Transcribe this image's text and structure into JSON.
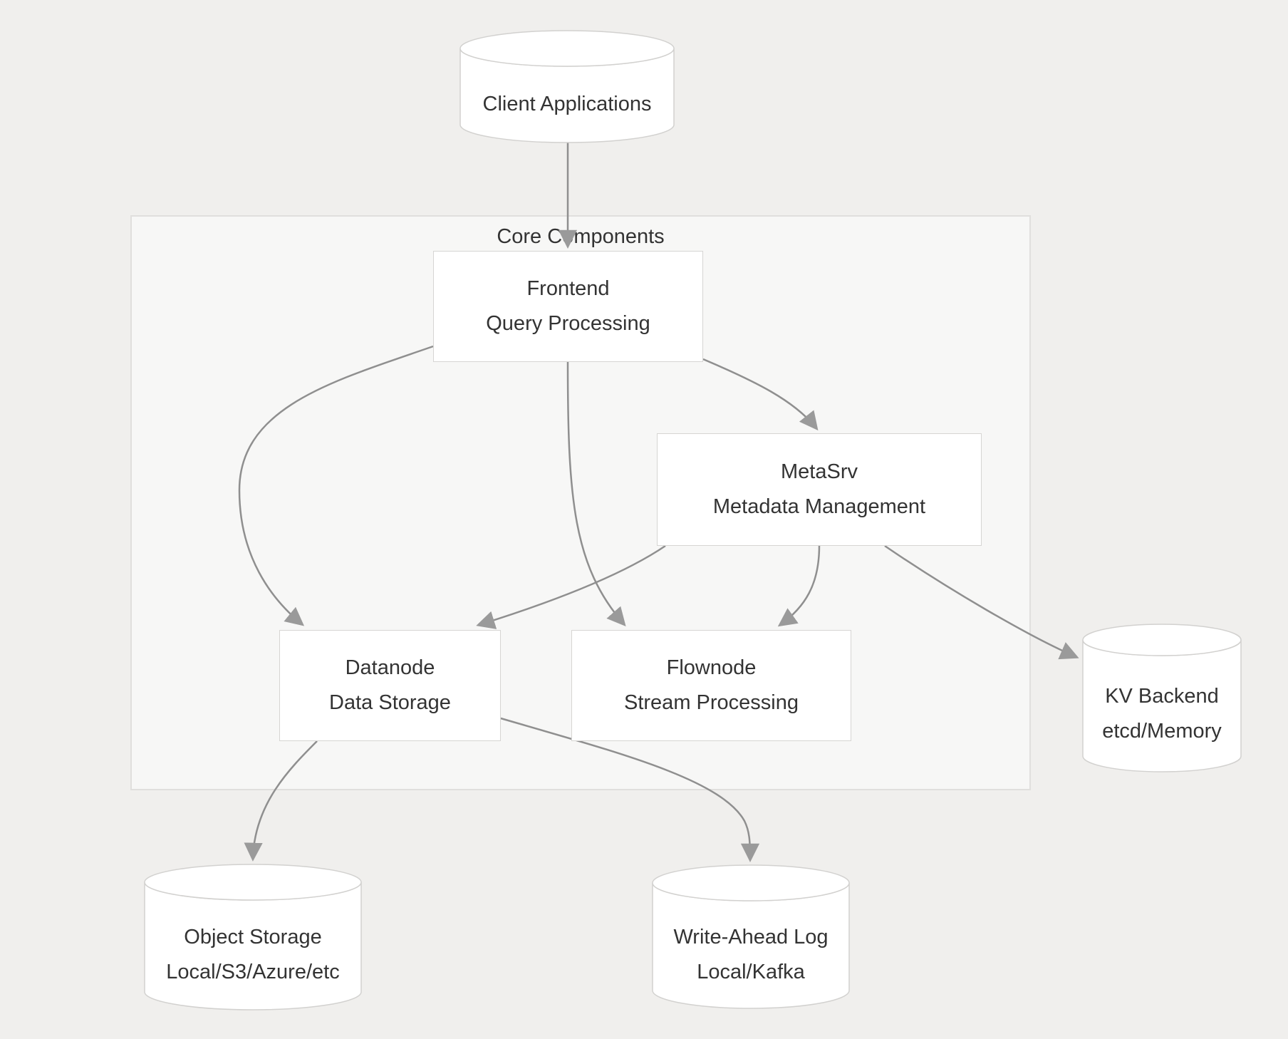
{
  "diagram": {
    "group": {
      "label": "Core Components"
    },
    "nodes": {
      "client": {
        "title": "Client Applications"
      },
      "frontend": {
        "title": "Frontend",
        "subtitle": "Query Processing"
      },
      "metasrv": {
        "title": "MetaSrv",
        "subtitle": "Metadata Management"
      },
      "datanode": {
        "title": "Datanode",
        "subtitle": "Data Storage"
      },
      "flownode": {
        "title": "Flownode",
        "subtitle": "Stream Processing"
      },
      "kv": {
        "title": "KV Backend",
        "subtitle": "etcd/Memory"
      },
      "object": {
        "title": "Object Storage",
        "subtitle": "Local/S3/Azure/etc"
      },
      "wal": {
        "title": "Write-Ahead Log",
        "subtitle": "Local/Kafka"
      }
    },
    "edges": [
      {
        "from": "Client Applications",
        "to": "Frontend"
      },
      {
        "from": "Frontend",
        "to": "Datanode"
      },
      {
        "from": "Frontend",
        "to": "Flownode"
      },
      {
        "from": "Frontend",
        "to": "MetaSrv"
      },
      {
        "from": "MetaSrv",
        "to": "Datanode"
      },
      {
        "from": "MetaSrv",
        "to": "Flownode"
      },
      {
        "from": "MetaSrv",
        "to": "KV Backend"
      },
      {
        "from": "Datanode",
        "to": "Object Storage"
      },
      {
        "from": "Datanode",
        "to": "Write-Ahead Log"
      }
    ],
    "colors": {
      "page_background": "#f0efed",
      "subgraph_fill": "#f7f7f6",
      "subgraph_border": "#e0dfdd",
      "node_fill": "#ffffff",
      "node_border": "#d6d5d3",
      "arrow": "#8f8f8f",
      "arrowhead": "#9a9a9a",
      "text": "#333333"
    }
  }
}
